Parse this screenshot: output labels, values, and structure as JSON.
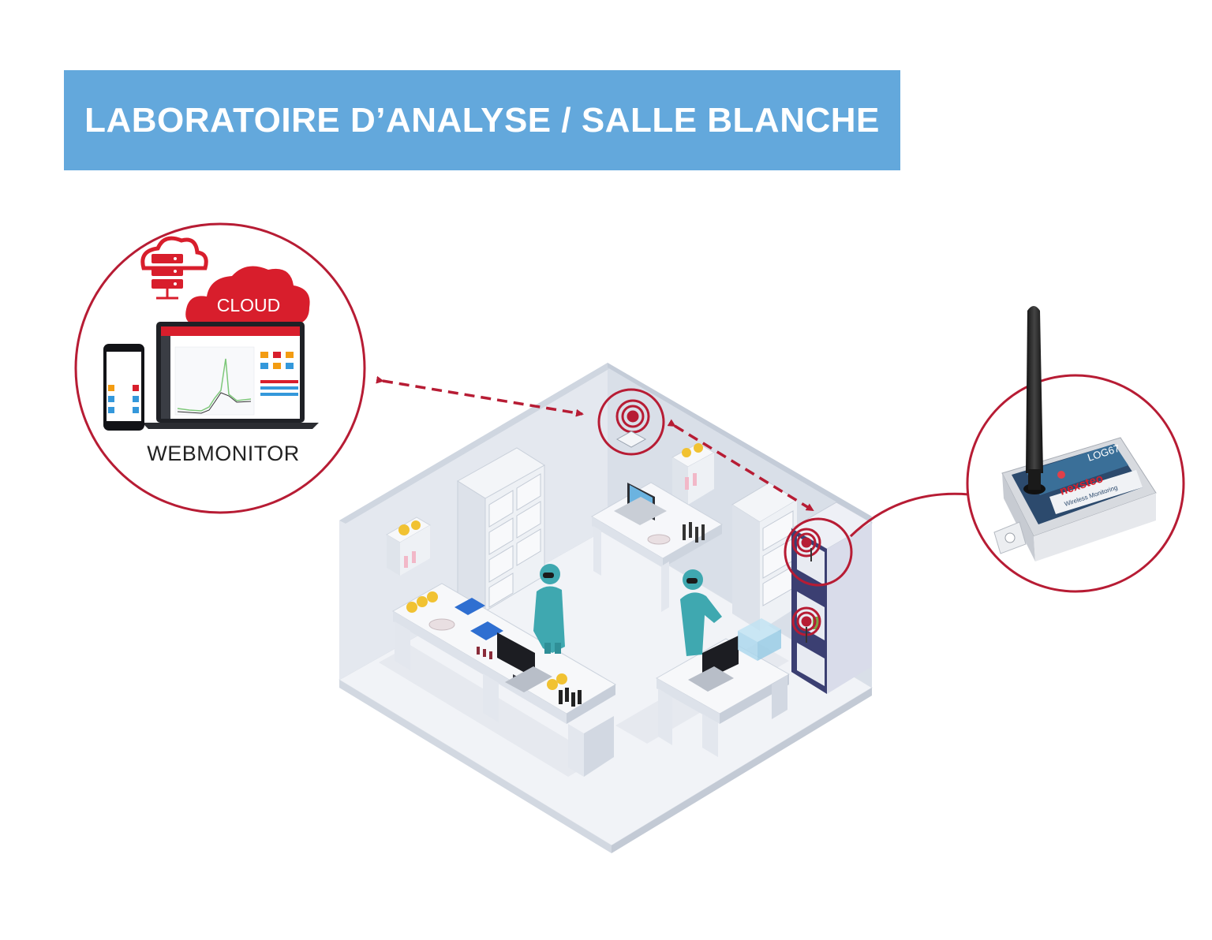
{
  "title": "LABORATOIRE D’ANALYSE / SALLE BLANCHE",
  "cloud_label": "CLOUD",
  "webmonitor_label": "WEBMONITOR",
  "sensor": {
    "model": "LOG67",
    "brand": "nexsteo",
    "tagline": "Wireless Monitoring"
  },
  "colors": {
    "banner": "#63a8dc",
    "accent_red": "#b71c34",
    "cloud_red": "#d81e2c",
    "room_wall": "#e4e9f0",
    "scrub": "#3fa8b0"
  },
  "icons": [
    "cloud-icon",
    "server-icon",
    "laptop-icon",
    "phone-icon",
    "wireless-signal-icon",
    "antenna-icon"
  ]
}
